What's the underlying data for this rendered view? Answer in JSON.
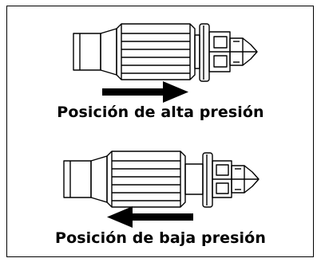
{
  "high_pressure": {
    "caption": "Posición de alta presión",
    "arrow_direction": "right"
  },
  "low_pressure": {
    "caption": "Posición de baja presión",
    "arrow_direction": "left"
  },
  "colors": {
    "ink": "#000000",
    "paper": "#ffffff"
  }
}
